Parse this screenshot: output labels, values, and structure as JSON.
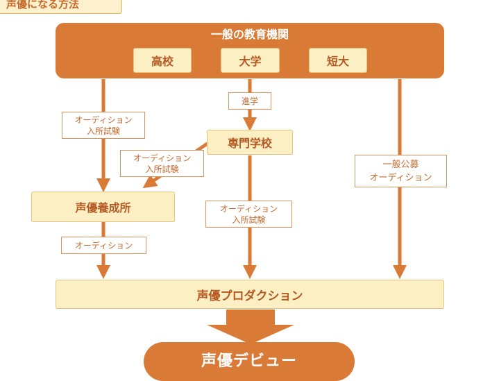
{
  "header": {
    "title_tag": "声優になる方法"
  },
  "general_education": {
    "title": "一般の教育機関",
    "schools": [
      "高校",
      "大学",
      "短大"
    ]
  },
  "nodes": {
    "vocational_school": "専門学校",
    "voice_training_school": "声優養成所",
    "production": "声優プロダクション",
    "debut": "声優デビュー"
  },
  "edge_labels": {
    "advance": "進学",
    "audition_entrance_1": [
      "オーディション",
      "入所試験"
    ],
    "audition_entrance_2": [
      "オーディション",
      "入所試験"
    ],
    "audition_entrance_3": [
      "オーディション",
      "入所試験"
    ],
    "audition": "オーディション",
    "open_recruitment": [
      "一般公募",
      "オーディション"
    ]
  },
  "colors": {
    "accent": "#d97a36",
    "cream": "#fdefc4",
    "label_text": "#c46a2e"
  }
}
